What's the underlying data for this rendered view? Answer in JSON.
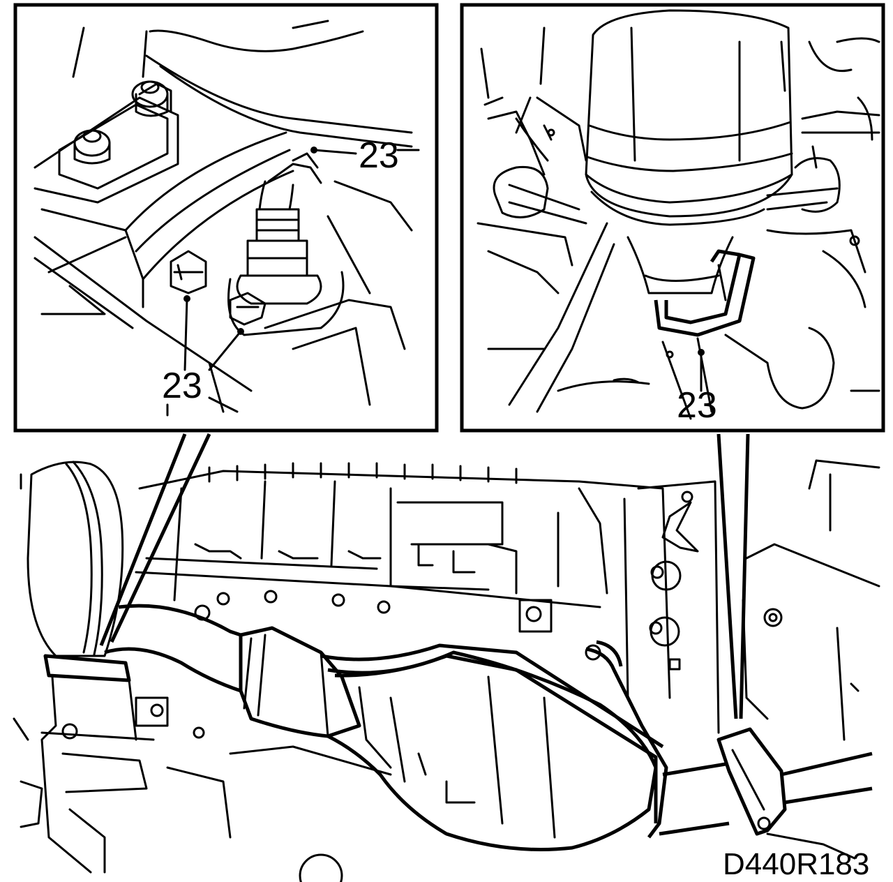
{
  "diagram": {
    "callout_color": "#000000",
    "background": "#ffffff",
    "left_detail": {
      "callouts": [
        "23",
        "23"
      ]
    },
    "right_detail": {
      "callouts": [
        "23"
      ]
    },
    "figure_reference": "D440R183"
  }
}
